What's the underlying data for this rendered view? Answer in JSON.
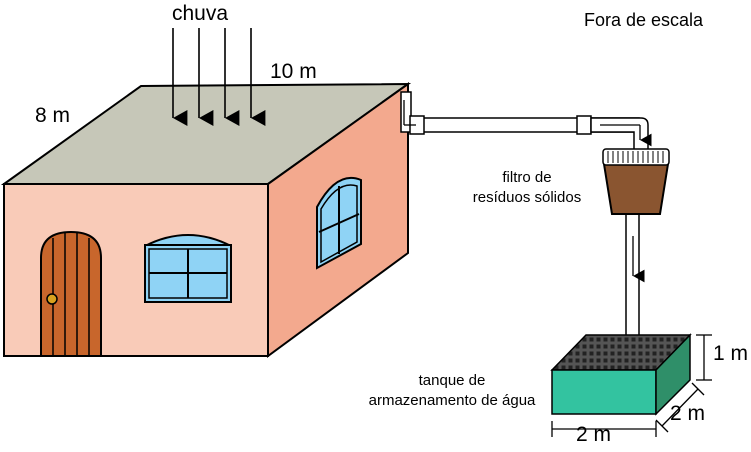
{
  "labels": {
    "rain": "chuva",
    "scale_note": "Fora de escala",
    "roof_length": "10 m",
    "roof_width": "8 m",
    "filter_line1": "filtro de",
    "filter_line2": "resíduos sólidos",
    "tank_line1": "tanque de",
    "tank_line2": "armazenamento de água",
    "tank_height": "1 m",
    "tank_depth": "2 m",
    "tank_width": "2 m"
  },
  "colors": {
    "roof": "#c6c7b8",
    "house_front": "#f9cbb8",
    "house_side": "#f3a98e",
    "door": "#c8662c",
    "window_glass": "#8fd3f5",
    "filter": "#8a5530",
    "tank_front": "#33c3a0",
    "tank_side": "#2f8f69",
    "tank_top": "#4d4d4d"
  }
}
